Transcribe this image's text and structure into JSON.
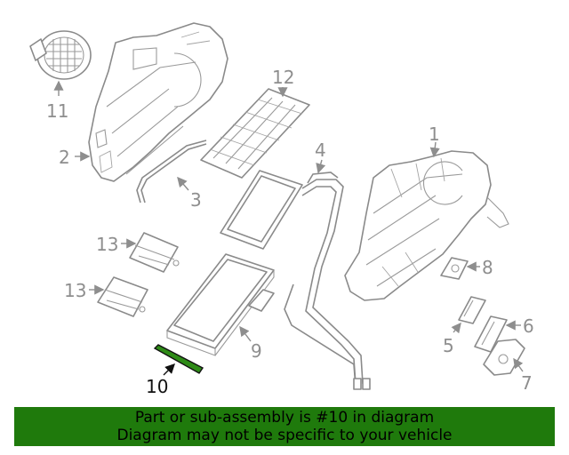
{
  "diagram": {
    "highlight_part": "10",
    "highlight_color": "#2e8b17",
    "callouts": {
      "p1": "1",
      "p2": "2",
      "p3": "3",
      "p4": "4",
      "p5": "5",
      "p6": "6",
      "p7": "7",
      "p8": "8",
      "p9": "9",
      "p10": "10",
      "p11": "11",
      "p12": "12",
      "p13a": "13",
      "p13b": "13"
    }
  },
  "banner": {
    "line1": "Part or sub-assembly is #10 in diagram",
    "line2": "Diagram may not be specific to your vehicle",
    "background": "#1f7a0c"
  }
}
